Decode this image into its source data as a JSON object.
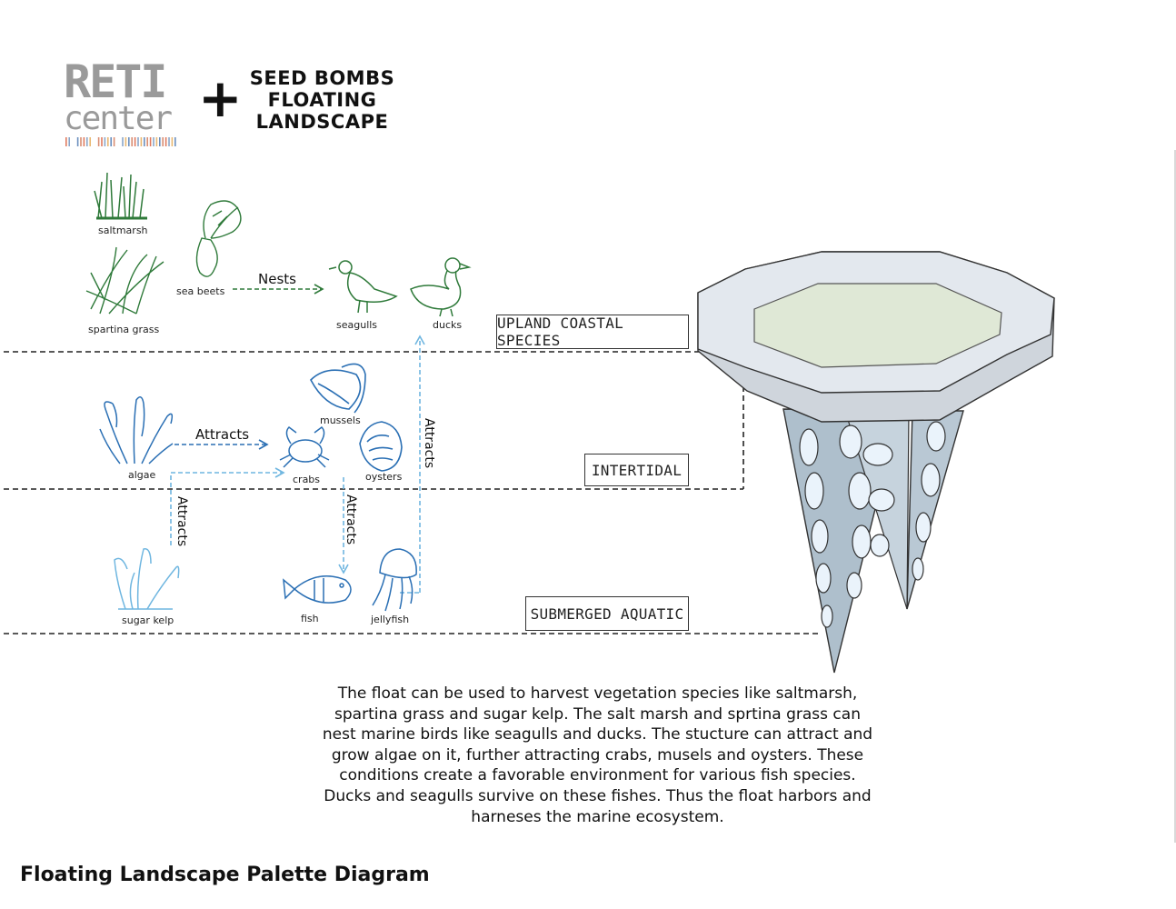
{
  "header": {
    "logo_line1": "RETI",
    "logo_line2": "center",
    "plus_sign": "+",
    "project_title_lines": [
      "SEED BOMBS",
      "FLOATING",
      "LANDSCAPE"
    ]
  },
  "species": {
    "saltmarsh": "saltmarsh",
    "spartina_grass": "spartina grass",
    "sea_beets": "sea beets",
    "seagulls": "seagulls",
    "ducks": "ducks",
    "mussels": "mussels",
    "algae": "algae",
    "crabs": "crabs",
    "oysters": "oysters",
    "sugar_kelp": "sugar kelp",
    "fish": "fish",
    "jellyfish": "jellyfish"
  },
  "relations": {
    "nests": "Nests",
    "attracts_algae_crabs": "Attracts",
    "attracts_kelp": "Attracts",
    "attracts_crabs_fish": "Attracts",
    "attracts_jellyfish_ducks": "Attracts"
  },
  "zones": {
    "upland": "UPLAND COASTAL SPECIES",
    "intertidal": "INTERTIDAL",
    "submerged": "SUBMERGED AQUATIC"
  },
  "description_lines": [
    "The float can be used to harvest vegetation species like saltmarsh,",
    "spartina grass and sugar kelp. The salt marsh and sprtina grass can",
    "nest marine birds like seagulls and ducks. The stucture can attract and",
    "grow algae on it, further attracting crabs, musels and oysters. These",
    "conditions create a favorable environment for various fish species.",
    "Ducks and seagulls survive on these fishes. Thus the float harbors and",
    "harneses the marine ecosystem."
  ],
  "footer_title": "Floating Landscape  Palette Diagram",
  "colors": {
    "plant_green": "#2f7a3a",
    "aquatic_blue": "#2a6fb4",
    "light_blue": "#6fb6e0",
    "float_gray": "#c9cfd8",
    "float_top": "#dfe8d6"
  }
}
